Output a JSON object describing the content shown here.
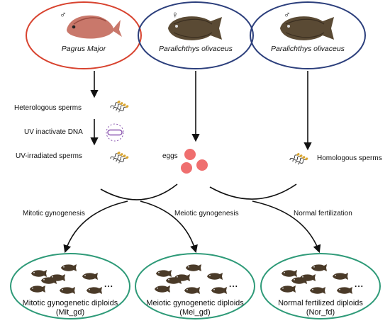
{
  "parents": [
    {
      "symbol": "♂",
      "name": "Pagrus Major",
      "border_color": "#d8432f"
    },
    {
      "symbol": "♀",
      "name": "Paralichthys olivaceus",
      "border_color": "#2c3f7c"
    },
    {
      "symbol": "♂",
      "name": "Paralichthys olivaceus",
      "border_color": "#2c3f7c"
    }
  ],
  "steps": {
    "heterologous": "Heterologous sperms",
    "uv_inactivate": "UV inactivate DNA",
    "uv_irradiated": "UV-irradiated sperms",
    "eggs": "eggs",
    "homologous": "Homologous sperms"
  },
  "methods": [
    "Mitotic gynogenesis",
    "Meiotic gynogenesis",
    "Normal fertilization"
  ],
  "results": [
    {
      "name": "Mitotic gynogenetic diploids",
      "code": "(Mit_gd)"
    },
    {
      "name": "Meiotic gynogenetic diploids",
      "code": "(Mei_gd)"
    },
    {
      "name": "Normal fertilized diploids",
      "code": "(Nor_fd)"
    }
  ],
  "ellipsis": "...",
  "colors": {
    "result_border": "#2e9a78",
    "egg": "#ef6f6f",
    "sperm_tail": "#2b2b2b",
    "sperm_head": "#d9a531",
    "uv_lamp": "#8b56b0"
  }
}
